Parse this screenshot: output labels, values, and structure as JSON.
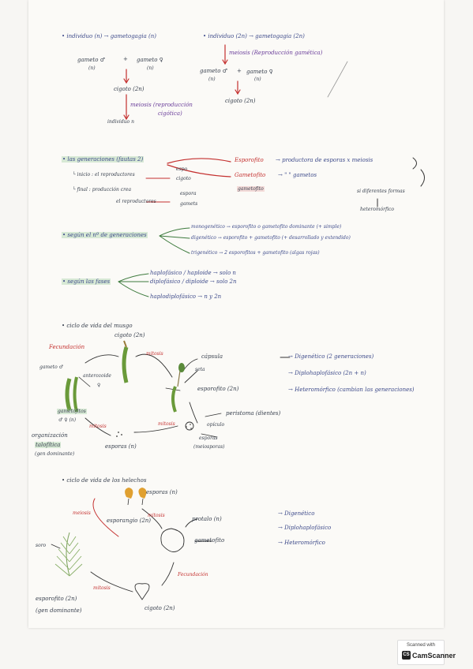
{
  "sec1": {
    "l1a": "• individuo (n) → gametogagia (n)",
    "l1b": "• individuo (2n) → gametogagia (2n)",
    "gam_m": "gameto ♂",
    "plus1": "+",
    "gam_f": "gameto ♀",
    "n1": "(n)",
    "n2": "(n)",
    "cigoto": "cigoto (2n)",
    "meiosis_r": "meiosis (reproducción",
    "cigotica": "cigótica)",
    "ind_n": "individuo n",
    "meiosis2": "meiosis (Reproducción gamética)",
    "gam_m2": "gameto ♂",
    "plus2": "+",
    "gam_f2": "gameto ♀",
    "n3": "(n)",
    "n4": "(n)",
    "cigoto2": "cigoto (2n)"
  },
  "sec2": {
    "title": "• las generaciones (fautas 2)",
    "inicio": "└ inicio : el reproductores",
    "espo1": "espo",
    "cigoto": "cigoto",
    "final": "└ final : producción crea",
    "el_rep": "el reproductores",
    "espo2": "espora",
    "gametos": "gamets",
    "esporofito": "Esporofito",
    "esporo_desc": "→ productora de esporas x meiosis",
    "gametofito": "Gametofito",
    "gameto_desc": "→  \"    \"  gametos",
    "diferente": "si diferentes formas",
    "heteromorfico": "heteromórfico",
    "gametofito_hl": "gametofito"
  },
  "sec3": {
    "title": "• según el nº de generaciones",
    "mono": "monogenético → esporofito o gametofito dominante (+ simple)",
    "di": "digenético → esporofito + gametofito (+ desarrollado y extendido)",
    "tri": "trigenético → 2 esporofitos + gametofito (algas rojas)"
  },
  "sec4": {
    "title": "• según las fases",
    "haplo": "haplofásico / haploide → solo n",
    "diplo": "diplofásico / diploide → solo 2n",
    "haplodiplo": "haplodiplofásico → n y 2n"
  },
  "sec5": {
    "title": "• ciclo de vida del musgo",
    "cigoto": "cigoto (2n)",
    "fecundacion": "Fecundación",
    "gameto_m": "gameto ♂",
    "anterozoide": "anterozoide",
    "gameto_f": "♀",
    "meiosis": "mitosis",
    "capsula": "cápsula",
    "seta": "seta",
    "esporofito": "esporofito (2n)",
    "peristoma": "peristoma (dientes)",
    "opiculo": "opículo",
    "esporas_med": "esporas",
    "meiospora": "(meiosporas)",
    "gametofitos": "gametofitos",
    "gametofitos2": "♂ ♀ (n)",
    "mitosis": "mitosis",
    "organ1": "organización",
    "organ2": "talofítica",
    "organ3": "(gen dominante)",
    "esporas": "esporas (n)",
    "r1": "→ Digenético (2 generaciones)",
    "r2": "→ Diplohaplofásico (2n + n)",
    "r3": "→ Heteromórfico (cambian las generaciones)"
  },
  "sec6": {
    "title": "• ciclo de vida de los helechos",
    "esporas": "esporas (n)",
    "esporangio": "esporangio (2n)",
    "meiosis": "meiosis",
    "mitosis_top": "mitosis",
    "protalo": "protalo (n)",
    "gametofito": "gametofito",
    "soro": "soro",
    "esporofito": "esporofito (2n)",
    "esp_dom": "(gen dominante)",
    "mitosis": "mitosis",
    "fecundacion": "Fecundación",
    "cigoto": "cigoto (2n)",
    "r1": "→ Digenético",
    "r2": "→ Diplohaplofásico",
    "r3": "→ Heteromórfico"
  },
  "badge": {
    "scanned": "Scanned with",
    "app": "CamScanner",
    "logo": "CS"
  }
}
